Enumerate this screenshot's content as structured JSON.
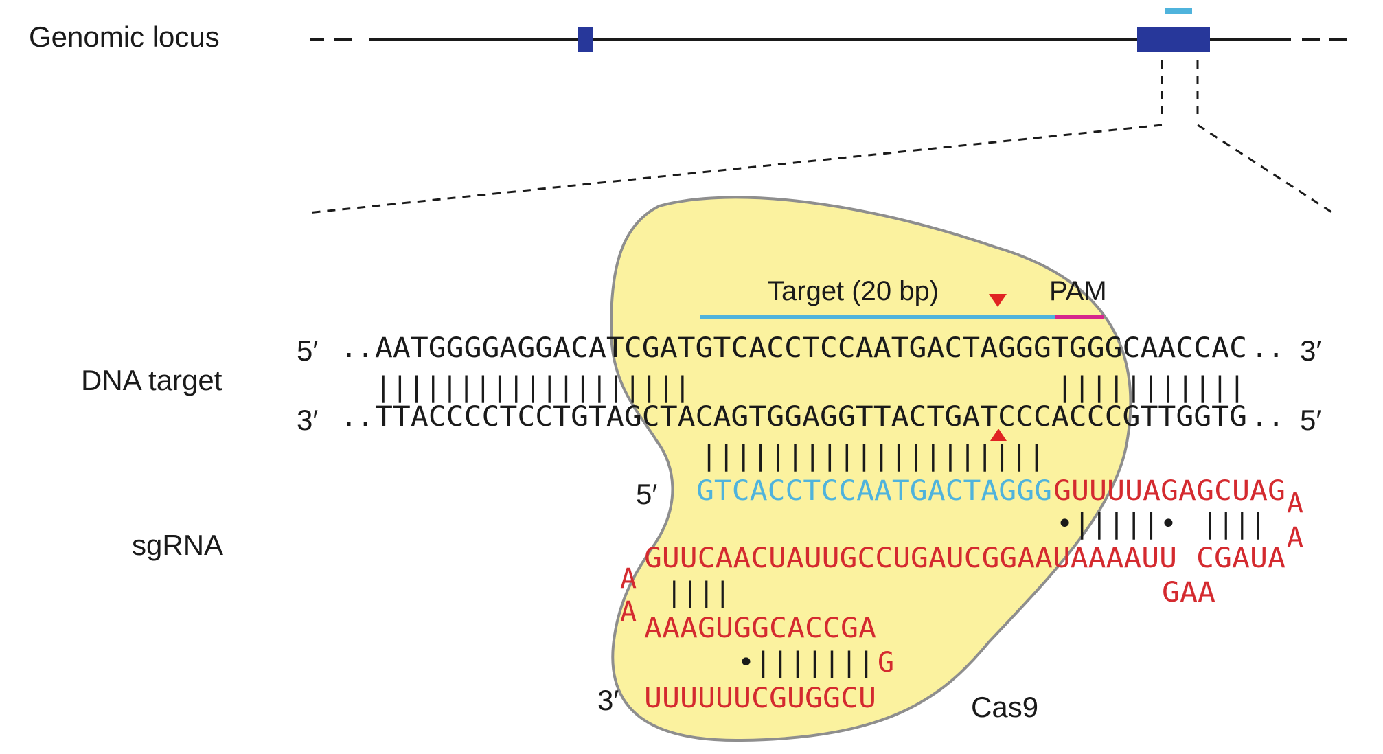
{
  "labels": {
    "genomic_locus": "Genomic locus",
    "dna_target": "DNA target",
    "sgrna": "sgRNA",
    "cas9": "Cas9",
    "target": "Target (20 bp)",
    "pam": "PAM",
    "prime_5": "5′",
    "prime_3": "3′"
  },
  "dna": {
    "top_prefix": "..",
    "top_seq": "AATGGGGAGGACATCGATGTCACCTCCAATGACTAGGGTGGGCAACCAC",
    "top_suffix": "..",
    "bottom_prefix": "..",
    "bottom_seq": "TTACCCCTCCTGTAGCTACAGTGGAGGTTACTGATCCCACCCGTTGGTG",
    "bottom_suffix": "..",
    "pairs_left": "|||||||||||||||||||",
    "pairs_right": "|||||||||||",
    "pairs_target": "||||||||||||||||||||"
  },
  "sgrna": {
    "spacer": "GTCACCTCCAATGACTAGGG",
    "repeat_top": "GUUUUAGAGCUAG",
    "loop_a1": "A",
    "loop_a2": "A",
    "stem1_pairs": "•|||||•",
    "stem1_pairs_b": "||||",
    "strand_mid": "GUUCAACUAUUGCCUGAUCGGAAUAAAAUU",
    "stem_bottom_right": "CGAUA",
    "loop_gaa": "GAA",
    "hairpin_a1": "A",
    "hairpin_a2": "A",
    "hairpin_pairs": "||||",
    "hairpin_strand": "AAAGUGGCACCGA",
    "stem3_pairs": "•|||||||",
    "stem3_g": "G",
    "tail": "UUUUUUCGUGGCU"
  },
  "colors": {
    "cas9_fill": "#fbf29f",
    "cas9_stroke": "#8e8e8e",
    "exon": "#27379a",
    "target_blue": "#4fb3dc",
    "pam_magenta": "#d6268c",
    "rna_red": "#d42a2f",
    "cut_red": "#e02323",
    "text": "#1a1a1a"
  }
}
